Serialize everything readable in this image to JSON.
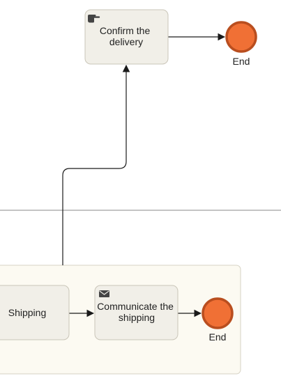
{
  "diagram": {
    "tasks": {
      "confirm_delivery": {
        "lines": [
          "Confirm the",
          "delivery"
        ],
        "type": "manual-task",
        "icon": "hand-pointing-icon"
      },
      "shipping": {
        "lines": [
          "Shipping"
        ],
        "type": "task"
      },
      "communicate_shipping": {
        "lines": [
          "Communicate the",
          "shipping"
        ],
        "type": "send-task",
        "icon": "envelope-icon"
      }
    },
    "end_events": {
      "end_top": {
        "label": "End"
      },
      "end_bottom": {
        "label": "End"
      }
    },
    "colors": {
      "task_fill": "#f1efe8",
      "task_stroke": "#c9c5b8",
      "subprocess_fill": "#fcfaf2",
      "subprocess_stroke": "#d6d2c4",
      "end_fill": "#f07035",
      "end_stroke": "#b94e1f",
      "flow_stroke": "#1a1a1a",
      "lane_divider": "#8a8a8a",
      "icon_fill": "#444444"
    }
  }
}
